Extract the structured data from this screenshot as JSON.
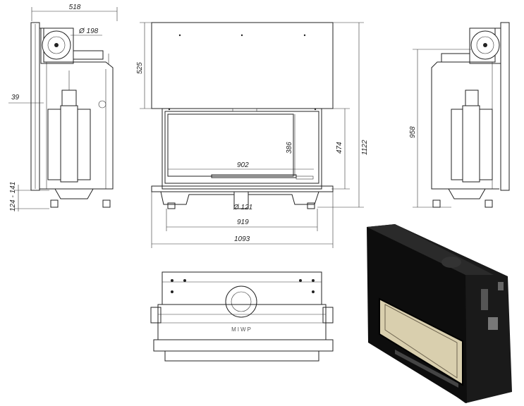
{
  "dimensions": {
    "side_depth": "518",
    "flue_diameter": "Ø 198",
    "side_offset": "39",
    "leg_height_range": "124 - 141",
    "front_top_height": "525",
    "glass_height": "386",
    "glass_width": "902",
    "door_height": "474",
    "total_height": "1122",
    "air_inlet_diameter": "Ø 121",
    "base_width": "919",
    "total_width": "1093",
    "right_side_height": "958"
  },
  "logo_text": "MIWP",
  "colors": {
    "line": "#222222",
    "body_dark": "#111111",
    "glass": "#d9cfae"
  }
}
